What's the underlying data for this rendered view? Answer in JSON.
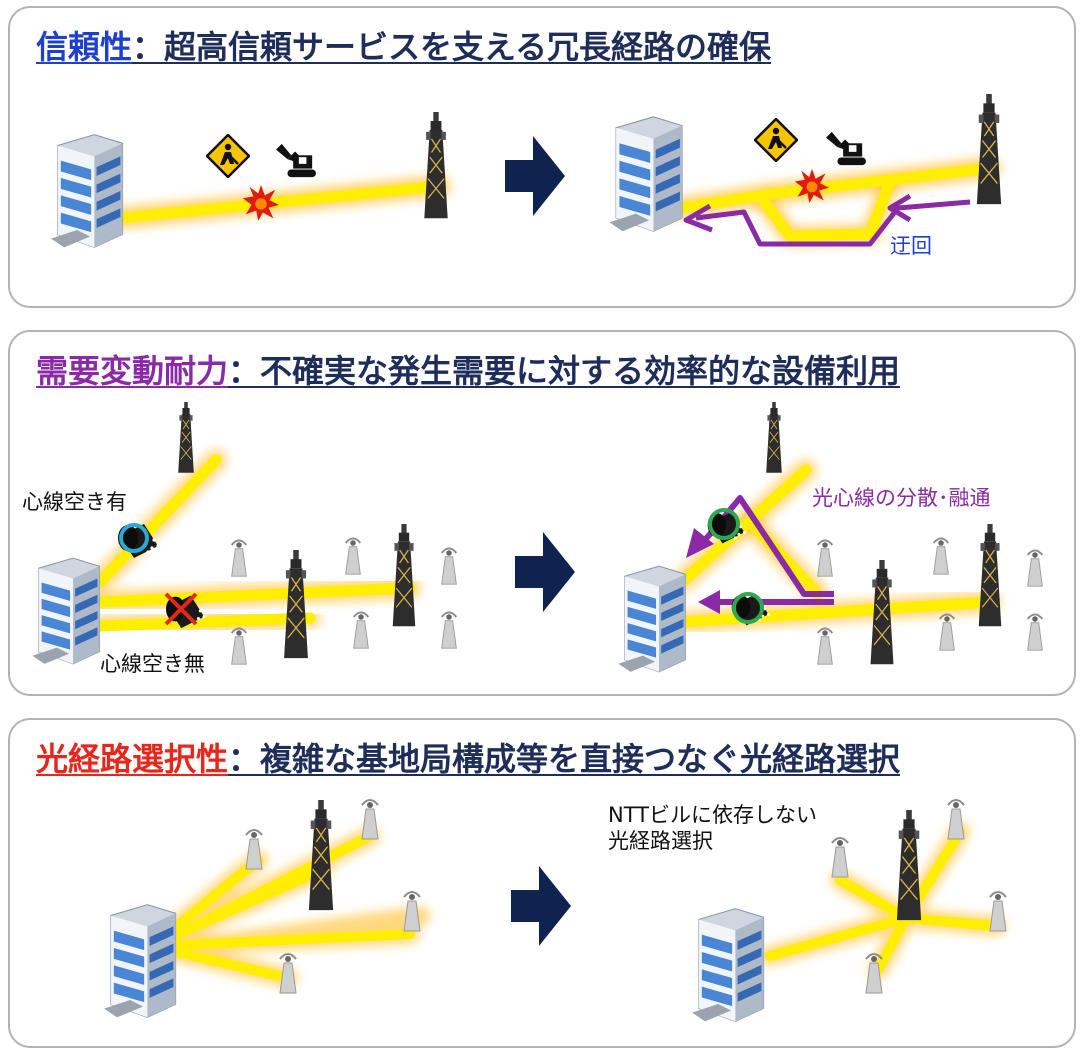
{
  "colors": {
    "navy": "#1f2d5a",
    "kw1": "#1f3fcf",
    "kw2": "#8a2aa6",
    "kw3": "#e8261c",
    "yellow": "#ffee00",
    "glow": "#ffb300",
    "purple": "#8a2aa6",
    "border": "#b3b3b3"
  },
  "panel1": {
    "keyword": "信頼性",
    "title": "：超高信頼サービスを支える冗長経路の確保",
    "detour_label": "迂回"
  },
  "panel2": {
    "keyword": "需要変動耐力",
    "title": "：不確実な発生需要に対する効率的な設備利用",
    "label_free": "心線空き有",
    "label_nofree": "心線空き無",
    "label_share": "光心線の分散･融通"
  },
  "panel3": {
    "keyword": "光経路選択性",
    "title": "：複雑な基地局構成等を直接つなぐ光経路選択",
    "label_line1": "NTTビルに依存しない",
    "label_line2": "光経路選択"
  },
  "icons": [
    "building-icon",
    "tower-icon",
    "antenna-icon",
    "construction-sign-icon",
    "excavator-icon",
    "damage-burst-icon",
    "arrow-right-icon",
    "fiber-cable-icon"
  ]
}
